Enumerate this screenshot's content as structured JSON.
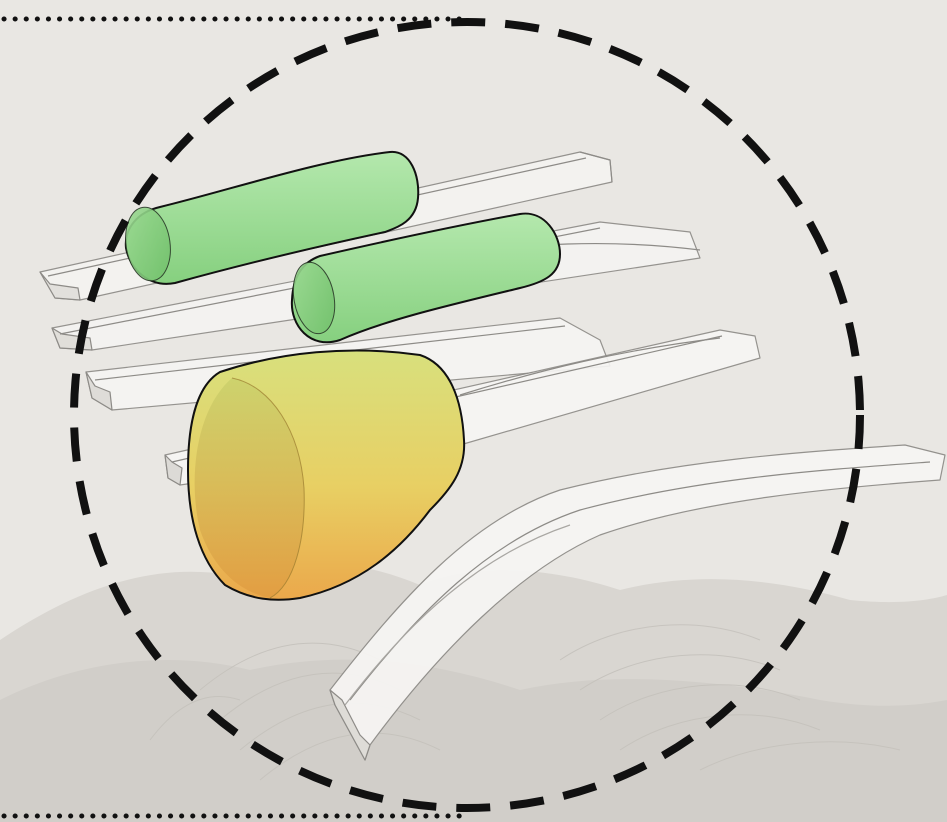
{
  "colors": {
    "background": "#e9e7e3",
    "terrain": "#d7d4cf",
    "channel_fill": "#f7f6f4",
    "channel_stroke": "#8d8b87",
    "outline": "#111111",
    "capsule_green_light": "#a6e3a1",
    "capsule_green_dark": "#7fce7a",
    "bell_top": "#d9e07d",
    "bell_bottom": "#ecae4e"
  },
  "icons": {
    "focus_circle": "dashed-circle",
    "top_rule": "dotted-line",
    "bottom_rule": "dotted-line"
  }
}
